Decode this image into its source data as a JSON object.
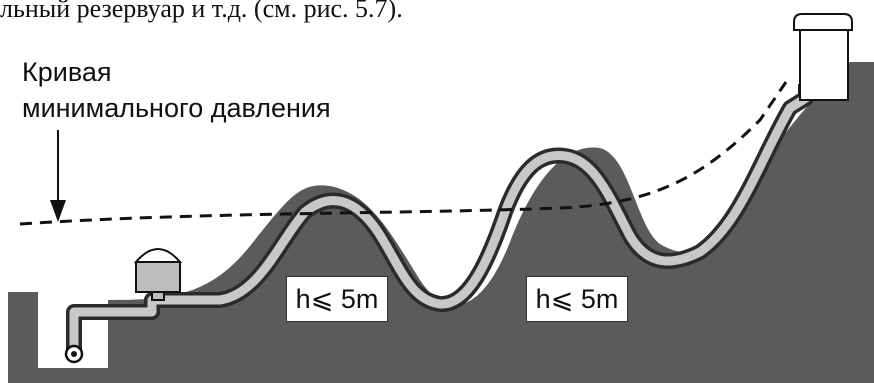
{
  "top_caption": "льный резервуар и т.д. (см. рис. 5.7).",
  "curve_label": {
    "line1": "Кривая",
    "line2": "минимального давления"
  },
  "height_labels": [
    "h⩽ 5m",
    "h⩽ 5m"
  ],
  "colors": {
    "terrain": "#5b5b5b",
    "pipe_fill": "#c8c8c8",
    "pipe_outline": "#2b2b2b",
    "tank": "#bdbdbd",
    "line": "#111111"
  }
}
